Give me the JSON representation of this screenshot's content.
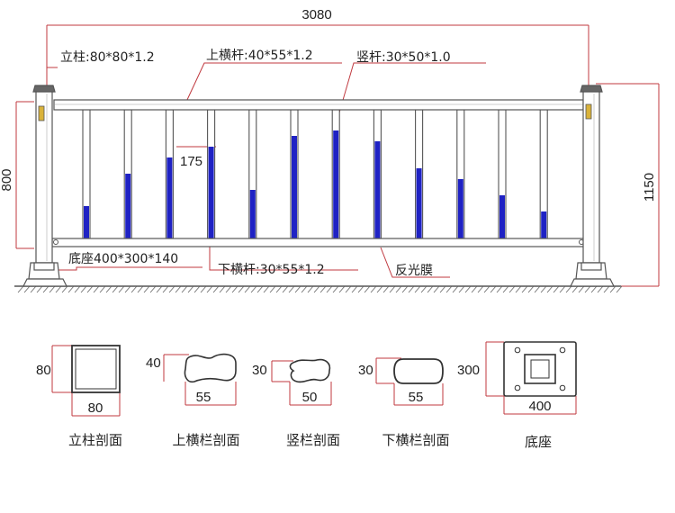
{
  "dimensions": {
    "overall_length": "3080",
    "overall_height": "1150",
    "rail_height": "800",
    "film_length": "175"
  },
  "labels": {
    "post": "立柱:80*80*1.2",
    "top_rail": "上横杆:40*55*1.2",
    "baluster": "竖杆:30*50*1.0",
    "base": "底座400*300*140",
    "bottom_rail": "下横杆:30*55*1.2",
    "reflective_film": "反光膜"
  },
  "sections": [
    {
      "id": "post",
      "caption": "立柱剖面",
      "height": "80",
      "width": "80"
    },
    {
      "id": "top-rail",
      "caption": "上横栏剖面",
      "height": "40",
      "width": "55"
    },
    {
      "id": "baluster",
      "caption": "竖栏剖面",
      "height": "30",
      "width": "50"
    },
    {
      "id": "bottom-rail",
      "caption": "下横栏剖面",
      "height": "30",
      "width": "55"
    },
    {
      "id": "base",
      "caption": "底座",
      "height": "300",
      "width": "400"
    }
  ],
  "film_levels": [
    0.3,
    0.6,
    0.75,
    0.85,
    0.45,
    0.95,
    1.0,
    0.9,
    0.65,
    0.55,
    0.4,
    0.25
  ],
  "colors": {
    "line": "#555555",
    "dimension": "#c0393f",
    "film": "#1f22c4",
    "post_accent": "#d9b23a"
  }
}
